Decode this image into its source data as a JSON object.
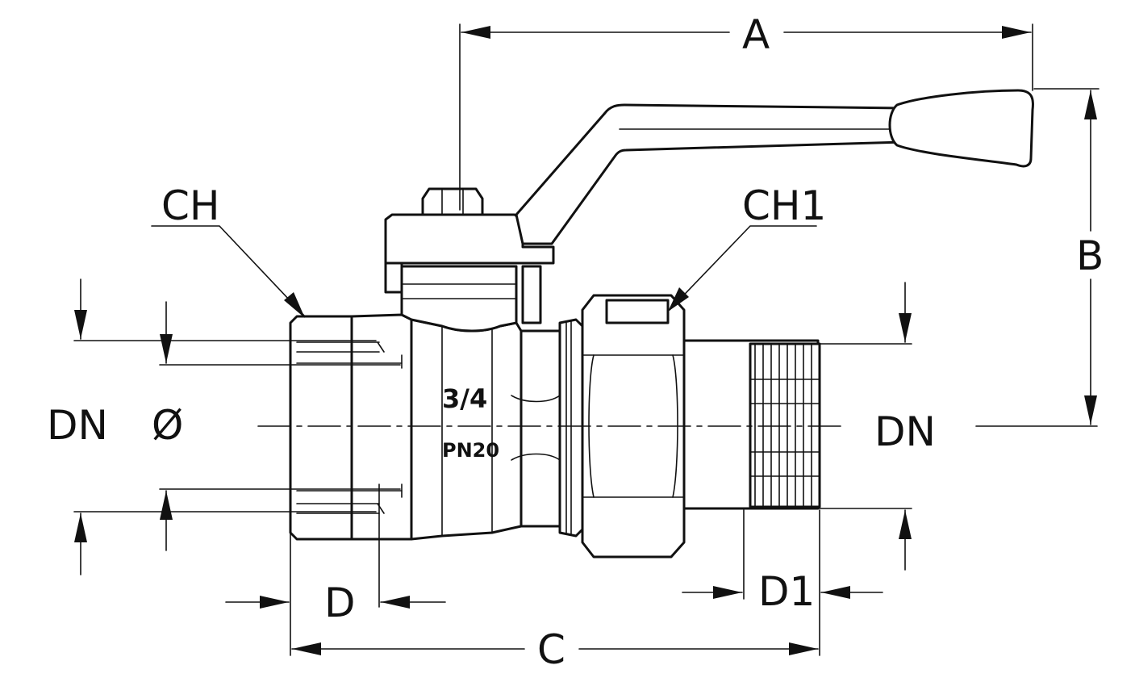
{
  "dimensions": {
    "A": "A",
    "B": "B",
    "C": "C",
    "D": "D",
    "D1": "D1",
    "CH": "CH",
    "CH1": "CH1",
    "DN_left": "DN",
    "DN_right": "DN",
    "diameter": "Ø"
  },
  "body_markings": {
    "size": "3/4",
    "pressure": "PN20"
  }
}
